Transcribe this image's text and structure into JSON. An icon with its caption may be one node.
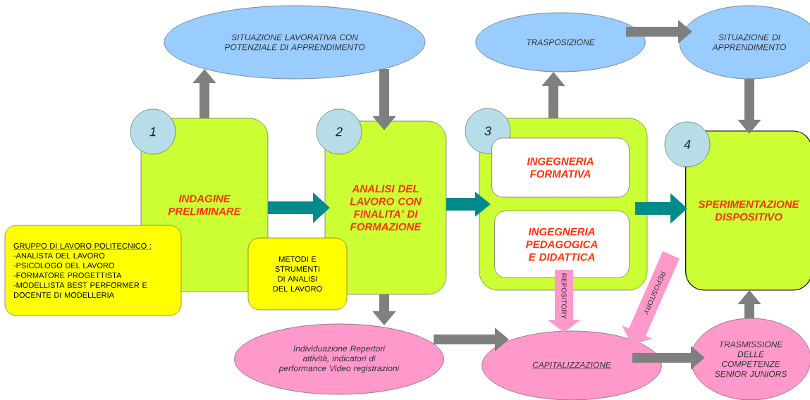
{
  "diagram": {
    "nodes": [
      {
        "text": [
          "SITUAZIONE LAVORATIVA CON POTENZIALE DI APPRENDIMENTO"
        ]
      },
      {
        "text": [
          "TRASPOSIZIONE"
        ]
      },
      {
        "text": [
          "SITUAZIONE DI APPRENDIMENTO"
        ]
      },
      {
        "text": [
          "INDAGINE PRELIMINARE"
        ]
      },
      {
        "text": [
          "1"
        ]
      },
      {
        "text": [
          "ANALISI DEL LAVORO CON FINALITA' DI FORMAZIONE"
        ]
      },
      {
        "text": [
          "2"
        ]
      },
      {
        "text": [],
        "shape": "box"
      },
      {
        "text": [
          "3"
        ]
      },
      {
        "text": [
          "INGEGNERIA FORMATIVA"
        ],
        "in": 7
      },
      {
        "text": [
          "INGEGNERIA PEDAGOGICA E DIDATTICA"
        ],
        "in": 7
      },
      {
        "text": [
          "SPERIMENTAZIONE DISPOSITIVO"
        ]
      },
      {
        "text": [
          "4"
        ]
      },
      {
        "text": [
          "GRUPPO DI LAVORO POLITECNICO :",
          "-ANALISTA DEL LAVORO",
          "-PSICOLOGO DEL LAVORO",
          "-FORMATORE PROGETTISTA",
          "-MODELLISTA BEST PERFORMER E DOCENTE DI MODELLERIA"
        ]
      },
      {
        "text": [
          "METODI E STRUMENTI DI ANALISI DEL LAVORO"
        ]
      },
      {
        "text": [
          "Individuazione Repertori attività, indicatori di performance Video registrazioni"
        ]
      },
      {
        "text": [
          "CAPITALIZZAZIONE"
        ]
      },
      {
        "text": [
          "TRASMISSIONE DELLE COMPETENZE SENIOR JUNIORS"
        ]
      }
    ],
    "edges": [
      {
        "from": 3,
        "to": 0,
        "arrow": "to"
      },
      {
        "from": 0,
        "to": 5,
        "arrow": "to"
      },
      {
        "from": 7,
        "to": 1,
        "arrow": "to"
      },
      {
        "from": 1,
        "to": 2,
        "arrow": "to"
      },
      {
        "from": 2,
        "to": 11,
        "arrow": "to"
      },
      {
        "from": 3,
        "to": 5,
        "arrow": "to",
        "color": "#008b8b"
      },
      {
        "from": 5,
        "to": 7,
        "arrow": "to",
        "color": "#008b8b"
      },
      {
        "from": 7,
        "to": 11,
        "arrow": "to",
        "color": "#008b8b"
      },
      {
        "from": 5,
        "to": 15,
        "arrow": "to"
      },
      {
        "from": 15,
        "to": 16,
        "arrow": "to"
      },
      {
        "from": 16,
        "to": 17,
        "arrow": "to"
      },
      {
        "from": 17,
        "to": 11,
        "arrow": "to"
      },
      {
        "from": 10,
        "to": 16,
        "arrow": "to",
        "label": "REPOSITORY",
        "style": "thick",
        "color": "#ff99cc"
      },
      {
        "from": 11,
        "to": 16,
        "arrow": "to",
        "label": "REPOSITORY",
        "style": "thick",
        "color": "#ff99cc"
      }
    ]
  }
}
